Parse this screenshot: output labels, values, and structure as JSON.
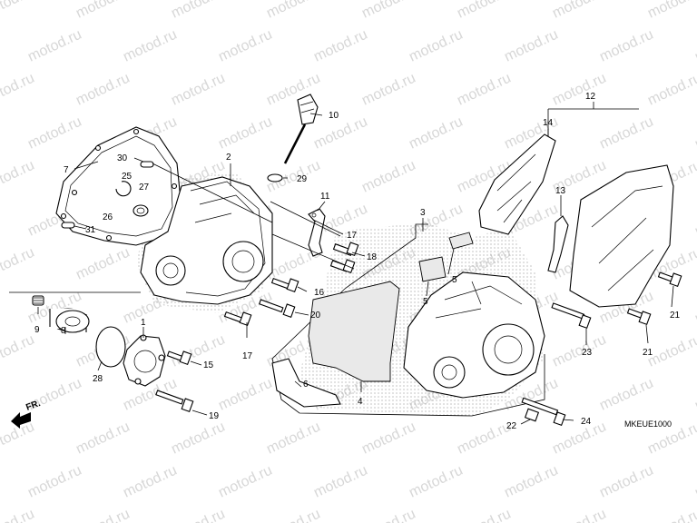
{
  "diagram": {
    "callouts": [
      "1",
      "2",
      "3",
      "4",
      "5",
      "5",
      "6",
      "7",
      "8",
      "9",
      "10",
      "11",
      "12",
      "13",
      "14",
      "15",
      "16",
      "17",
      "17",
      "18",
      "19",
      "20",
      "21",
      "21",
      "22",
      "23",
      "24",
      "25",
      "26",
      "27",
      "28",
      "29",
      "30",
      "31"
    ],
    "part_code": "MKEUE1000",
    "front_marker": "FR.",
    "watermark": "motod.ru"
  }
}
